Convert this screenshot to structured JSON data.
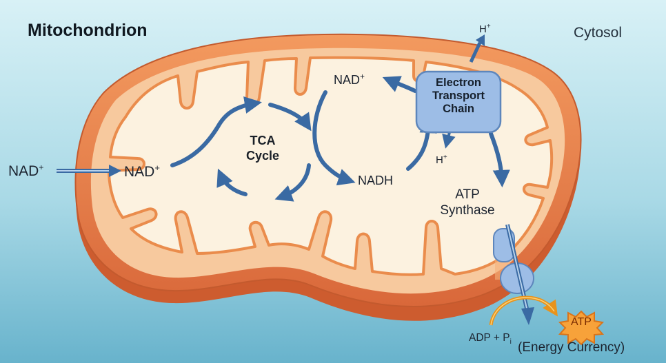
{
  "title": "Mitochondrion",
  "cytosol_label": "Cytosol",
  "tca": {
    "line1": "TCA",
    "line2": "Cycle"
  },
  "etc": {
    "line1": "Electron",
    "line2": "Transport",
    "line3": "Chain"
  },
  "atp_synthase": {
    "line1": "ATP",
    "line2": "Synthase"
  },
  "nad_outside": {
    "base": "NAD",
    "sup": "+"
  },
  "nad_inside": {
    "base": "NAD",
    "sup": "+"
  },
  "nad_top": {
    "base": "NAD",
    "sup": "+"
  },
  "nadh": "NADH",
  "h_plus_top": {
    "base": "H",
    "sup": "+"
  },
  "h_plus_inner": {
    "base": "H",
    "sup": "+"
  },
  "adp": {
    "text": "ADP + P",
    "sub": "i"
  },
  "atp_product": "ATP",
  "energy_label": "(Energy Currency)",
  "colors": {
    "background_top": "#d3eef4",
    "background_bottom": "#6bb6cf",
    "outer_membrane": "#e8834a",
    "inner_membrane": "#f3a874",
    "matrix": "#fcf2e0",
    "arrow_blue": "#3d6fa8",
    "etc_box": "#9dbde6",
    "atp_burst": "#f7a23a",
    "adp_arrow": "#f0a030"
  }
}
